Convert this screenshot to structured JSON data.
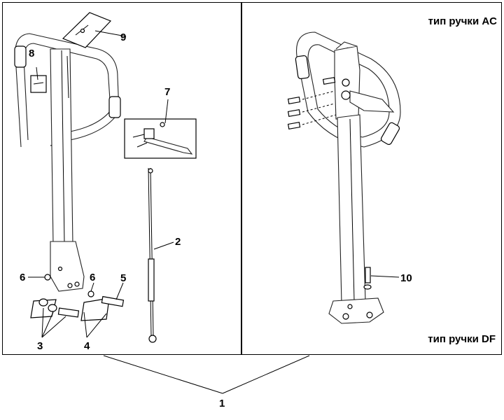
{
  "panels": {
    "ac": {
      "title": "тип ручки AC"
    },
    "df": {
      "title": "тип ручки DF"
    }
  },
  "callouts": {
    "c1": "1",
    "c2": "2",
    "c3": "3",
    "c4": "4",
    "c5": "5",
    "c6a": "6",
    "c6b": "6",
    "c7": "7",
    "c8": "8",
    "c9": "9",
    "c10": "10"
  }
}
